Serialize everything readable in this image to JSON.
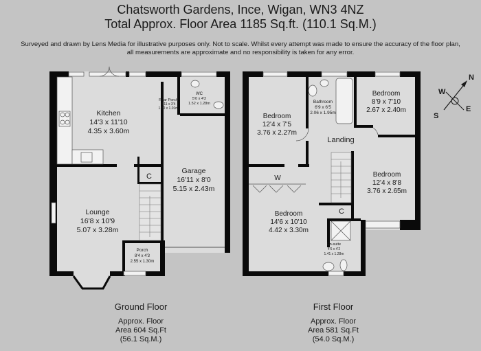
{
  "header": {
    "title": "Chatsworth Gardens, Ince, Wigan, WN3 4NZ",
    "subtitle": "Total Approx. Floor Area 1185 Sq.ft. (110.1 Sq.M.)",
    "disclaimer_line1": "Surveyed and drawn by Lens Media for illustrative purposes only. Not to scale. Whilst every attempt was made to ensure the accuracy of the floor plan,",
    "disclaimer_line2": "all measurements are approximate and no responsibility is taken for any error."
  },
  "ground_floor": {
    "label": "Ground Floor",
    "area_line1": "Approx. Floor",
    "area_line2": "Area 604 Sq.Ft",
    "area_line3": "(56.1 Sq.M.)",
    "rooms": {
      "kitchen": {
        "name": "Kitchen",
        "dim_imperial": "14'3 x 11'10",
        "dim_metric": "4.35 x 3.60m"
      },
      "rear_porch": {
        "name": "Rear Porch",
        "dim_imperial": "4'11 x 3'4",
        "dim_metric": "1.50 x 1.01m"
      },
      "wc": {
        "name": "WC",
        "dim_imperial": "5'0 x 4'2",
        "dim_metric": "1.52 x 1.28m"
      },
      "cupboard": {
        "name": "C"
      },
      "garage": {
        "name": "Garage",
        "dim_imperial": "16'11 x 8'0",
        "dim_metric": "5.15 x 2.43m"
      },
      "lounge": {
        "name": "Lounge",
        "dim_imperial": "16'8 x 10'9",
        "dim_metric": "5.07 x 3.28m"
      },
      "porch": {
        "name": "Porch",
        "dim_imperial": "8'4 x 4'3",
        "dim_metric": "2.55 x 1.30m"
      }
    }
  },
  "first_floor": {
    "label": "First Floor",
    "area_line1": "Approx. Floor",
    "area_line2": "Area 581 Sq.Ft",
    "area_line3": "(54.0 Sq.M.)",
    "rooms": {
      "bedroom_front_left": {
        "name": "Bedroom",
        "dim_imperial": "12'4 x 7'5",
        "dim_metric": "3.76 x 2.27m"
      },
      "bathroom": {
        "name": "Bathroom",
        "dim_imperial": "6'9 x 6'5",
        "dim_metric": "2.06 x 1.95m"
      },
      "bedroom_small": {
        "name": "Bedroom",
        "dim_imperial": "8'9 x 7'10",
        "dim_metric": "2.67 x 2.40m"
      },
      "landing": {
        "name": "Landing"
      },
      "bedroom_right": {
        "name": "Bedroom",
        "dim_imperial": "12'4 x 8'8",
        "dim_metric": "3.76 x 2.65m"
      },
      "wardrobe": {
        "name": "W"
      },
      "bedroom_main": {
        "name": "Bedroom",
        "dim_imperial": "14'6 x 10'10",
        "dim_metric": "4.42 x 3.30m"
      },
      "cupboard": {
        "name": "C"
      },
      "en_suite": {
        "name": "En-suite",
        "dim_imperial": "4'6 x 4'2",
        "dim_metric": "1.41 x 1.28m"
      }
    }
  },
  "compass": {
    "n": "N",
    "e": "E",
    "s": "S",
    "w": "W"
  },
  "colors": {
    "background": "#c4c4c4",
    "wall": "#0a0a0a",
    "floor": "#dcdcdc",
    "fixture": "#f2f2f2"
  }
}
